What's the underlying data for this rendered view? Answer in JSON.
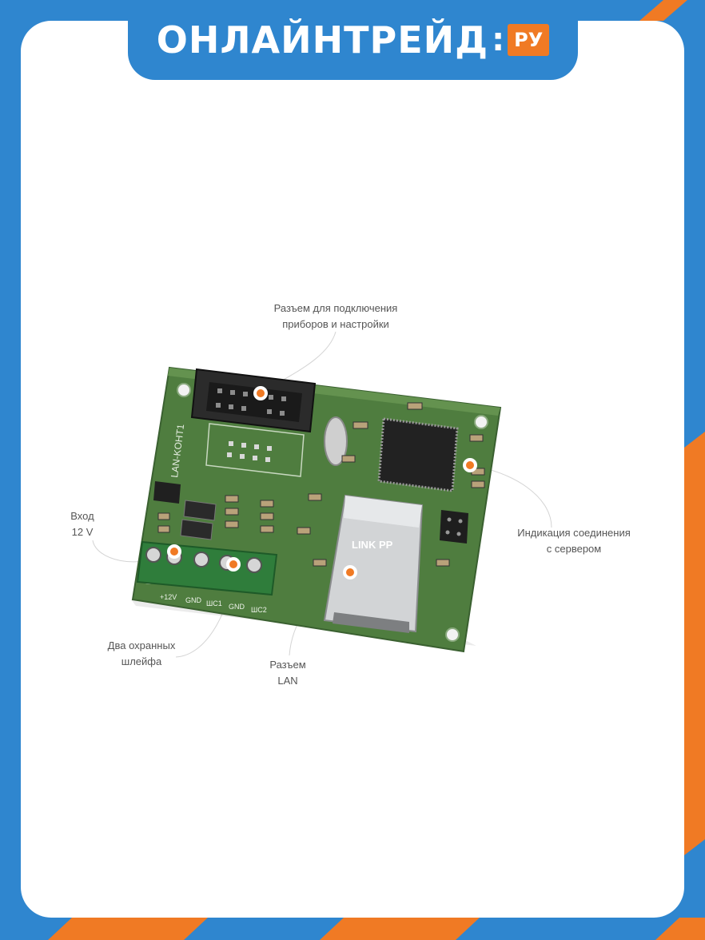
{
  "brand": {
    "name": "ОНЛАЙНТРЕЙД",
    "suffix": "РУ",
    "primary_color": "#2f86cf",
    "accent_color": "#f07a24"
  },
  "board": {
    "silkscreen_name": "LAN-KOHT1",
    "jack_label": "LINK PP",
    "terminal_labels": [
      "+12V",
      "GND",
      "ШС1",
      "GND",
      "ШС2"
    ]
  },
  "callouts": {
    "connector": [
      "Разъем для подключения",
      "приборов и настройки"
    ],
    "power": [
      "Вход",
      "12 V"
    ],
    "indication": [
      "Индикация соединения",
      "с сервером"
    ],
    "loops": [
      "Два охранных",
      "шлейфа"
    ],
    "lan": [
      "Разъем",
      "LAN"
    ]
  }
}
